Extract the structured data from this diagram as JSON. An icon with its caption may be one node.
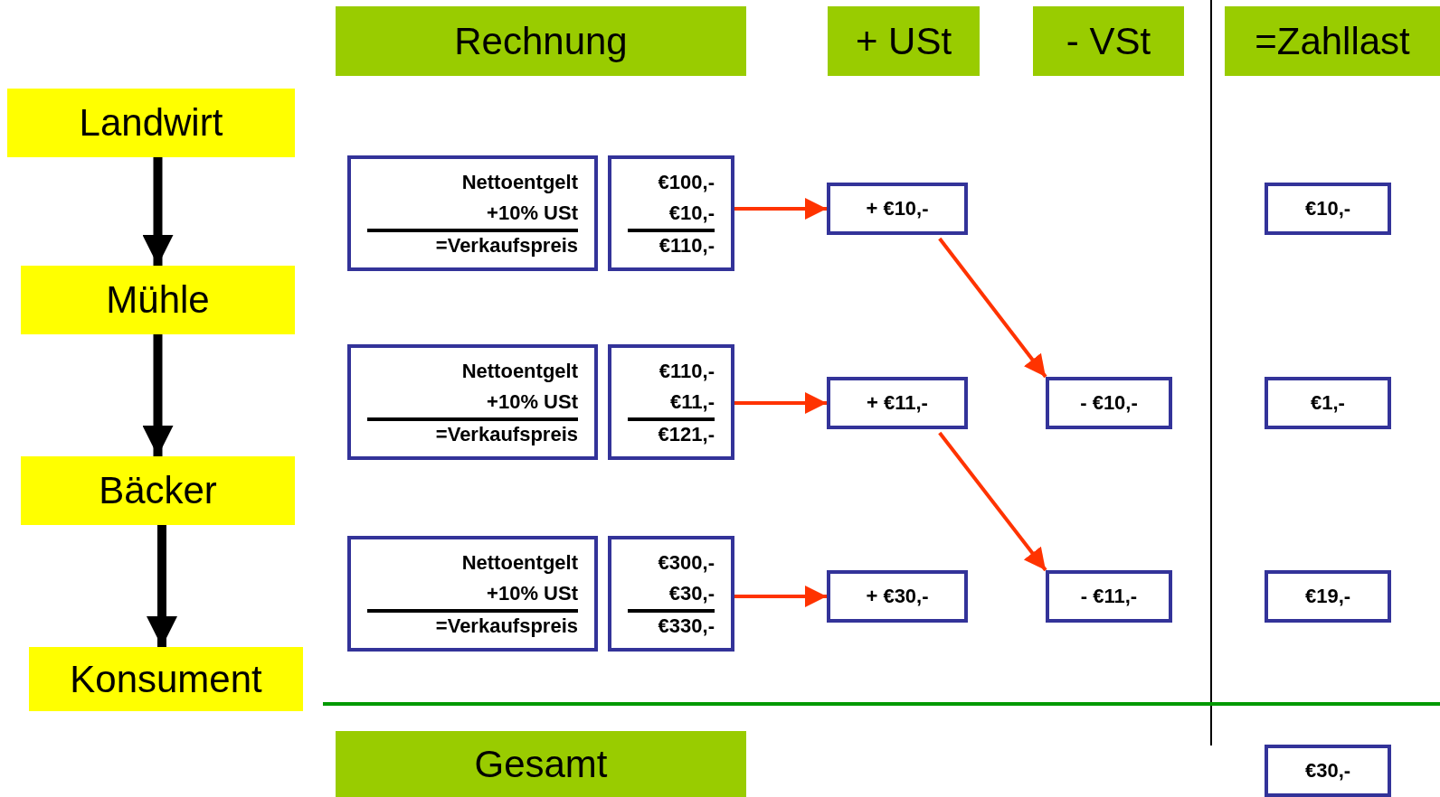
{
  "diagram": {
    "nodes": [
      {
        "text": [
          "Landwirt"
        ]
      },
      {
        "text": [
          "Mühle"
        ]
      },
      {
        "text": [
          "Bäcker"
        ]
      },
      {
        "text": [
          "Konsument"
        ]
      },
      {
        "text": [
          "Rechnung"
        ]
      },
      {
        "text": [
          "+ USt"
        ]
      },
      {
        "text": [
          "- VSt"
        ]
      },
      {
        "text": [
          "=Zahllast"
        ]
      },
      {
        "text": [
          "Nettoentgelt",
          "+10% USt",
          "=Verkaufspreis"
        ]
      },
      {
        "text": [
          "€100,-",
          "€10,-",
          "€110,-"
        ]
      },
      {
        "text": [
          "+ €10,-"
        ]
      },
      {
        "text": [
          "€10,-"
        ]
      },
      {
        "text": [
          "Nettoentgelt",
          "+10% USt",
          "=Verkaufspreis"
        ]
      },
      {
        "text": [
          "€110,-",
          "€11,-",
          "€121,-"
        ]
      },
      {
        "text": [
          "+ €11,-"
        ]
      },
      {
        "text": [
          "- €10,-"
        ]
      },
      {
        "text": [
          "€1,-"
        ]
      },
      {
        "text": [
          "Nettoentgelt",
          "+10% USt",
          "=Verkaufspreis"
        ]
      },
      {
        "text": [
          "€300,-",
          "€30,-",
          "€330,-"
        ]
      },
      {
        "text": [
          "+ €30,-"
        ]
      },
      {
        "text": [
          "- €11,-"
        ]
      },
      {
        "text": [
          "€19,-"
        ]
      },
      {
        "text": [
          "Gesamt"
        ]
      },
      {
        "text": [
          "€30,-"
        ]
      }
    ],
    "edges": [
      {
        "from": 0,
        "to": 1,
        "arrow": "to",
        "style": "thick",
        "color": "#000000"
      },
      {
        "from": 1,
        "to": 2,
        "arrow": "to",
        "style": "thick",
        "color": "#000000"
      },
      {
        "from": 2,
        "to": 3,
        "arrow": "to",
        "style": "thick",
        "color": "#000000"
      },
      {
        "from": 9,
        "to": 10,
        "arrow": "to"
      },
      {
        "from": 10,
        "to": 15,
        "arrow": "to"
      },
      {
        "from": 13,
        "to": 14,
        "arrow": "to"
      },
      {
        "from": 14,
        "to": 20,
        "arrow": "to"
      },
      {
        "from": 18,
        "to": 19,
        "arrow": "to"
      }
    ]
  }
}
